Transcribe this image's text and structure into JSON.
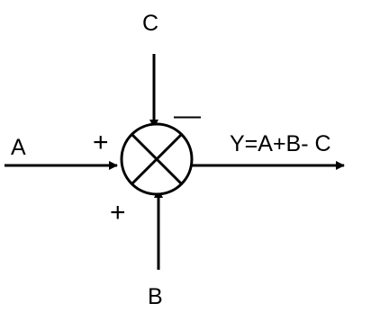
{
  "inputs": {
    "a": {
      "label": "A",
      "sign": "+"
    },
    "b": {
      "label": "B",
      "sign": "+"
    },
    "c": {
      "label": "C",
      "sign": "—"
    }
  },
  "output": {
    "label": "Y=A+B- C"
  },
  "summing_junction": {
    "icon": "summing-junction-icon"
  },
  "colors": {
    "stroke": "#000000",
    "background": "#ffffff"
  }
}
